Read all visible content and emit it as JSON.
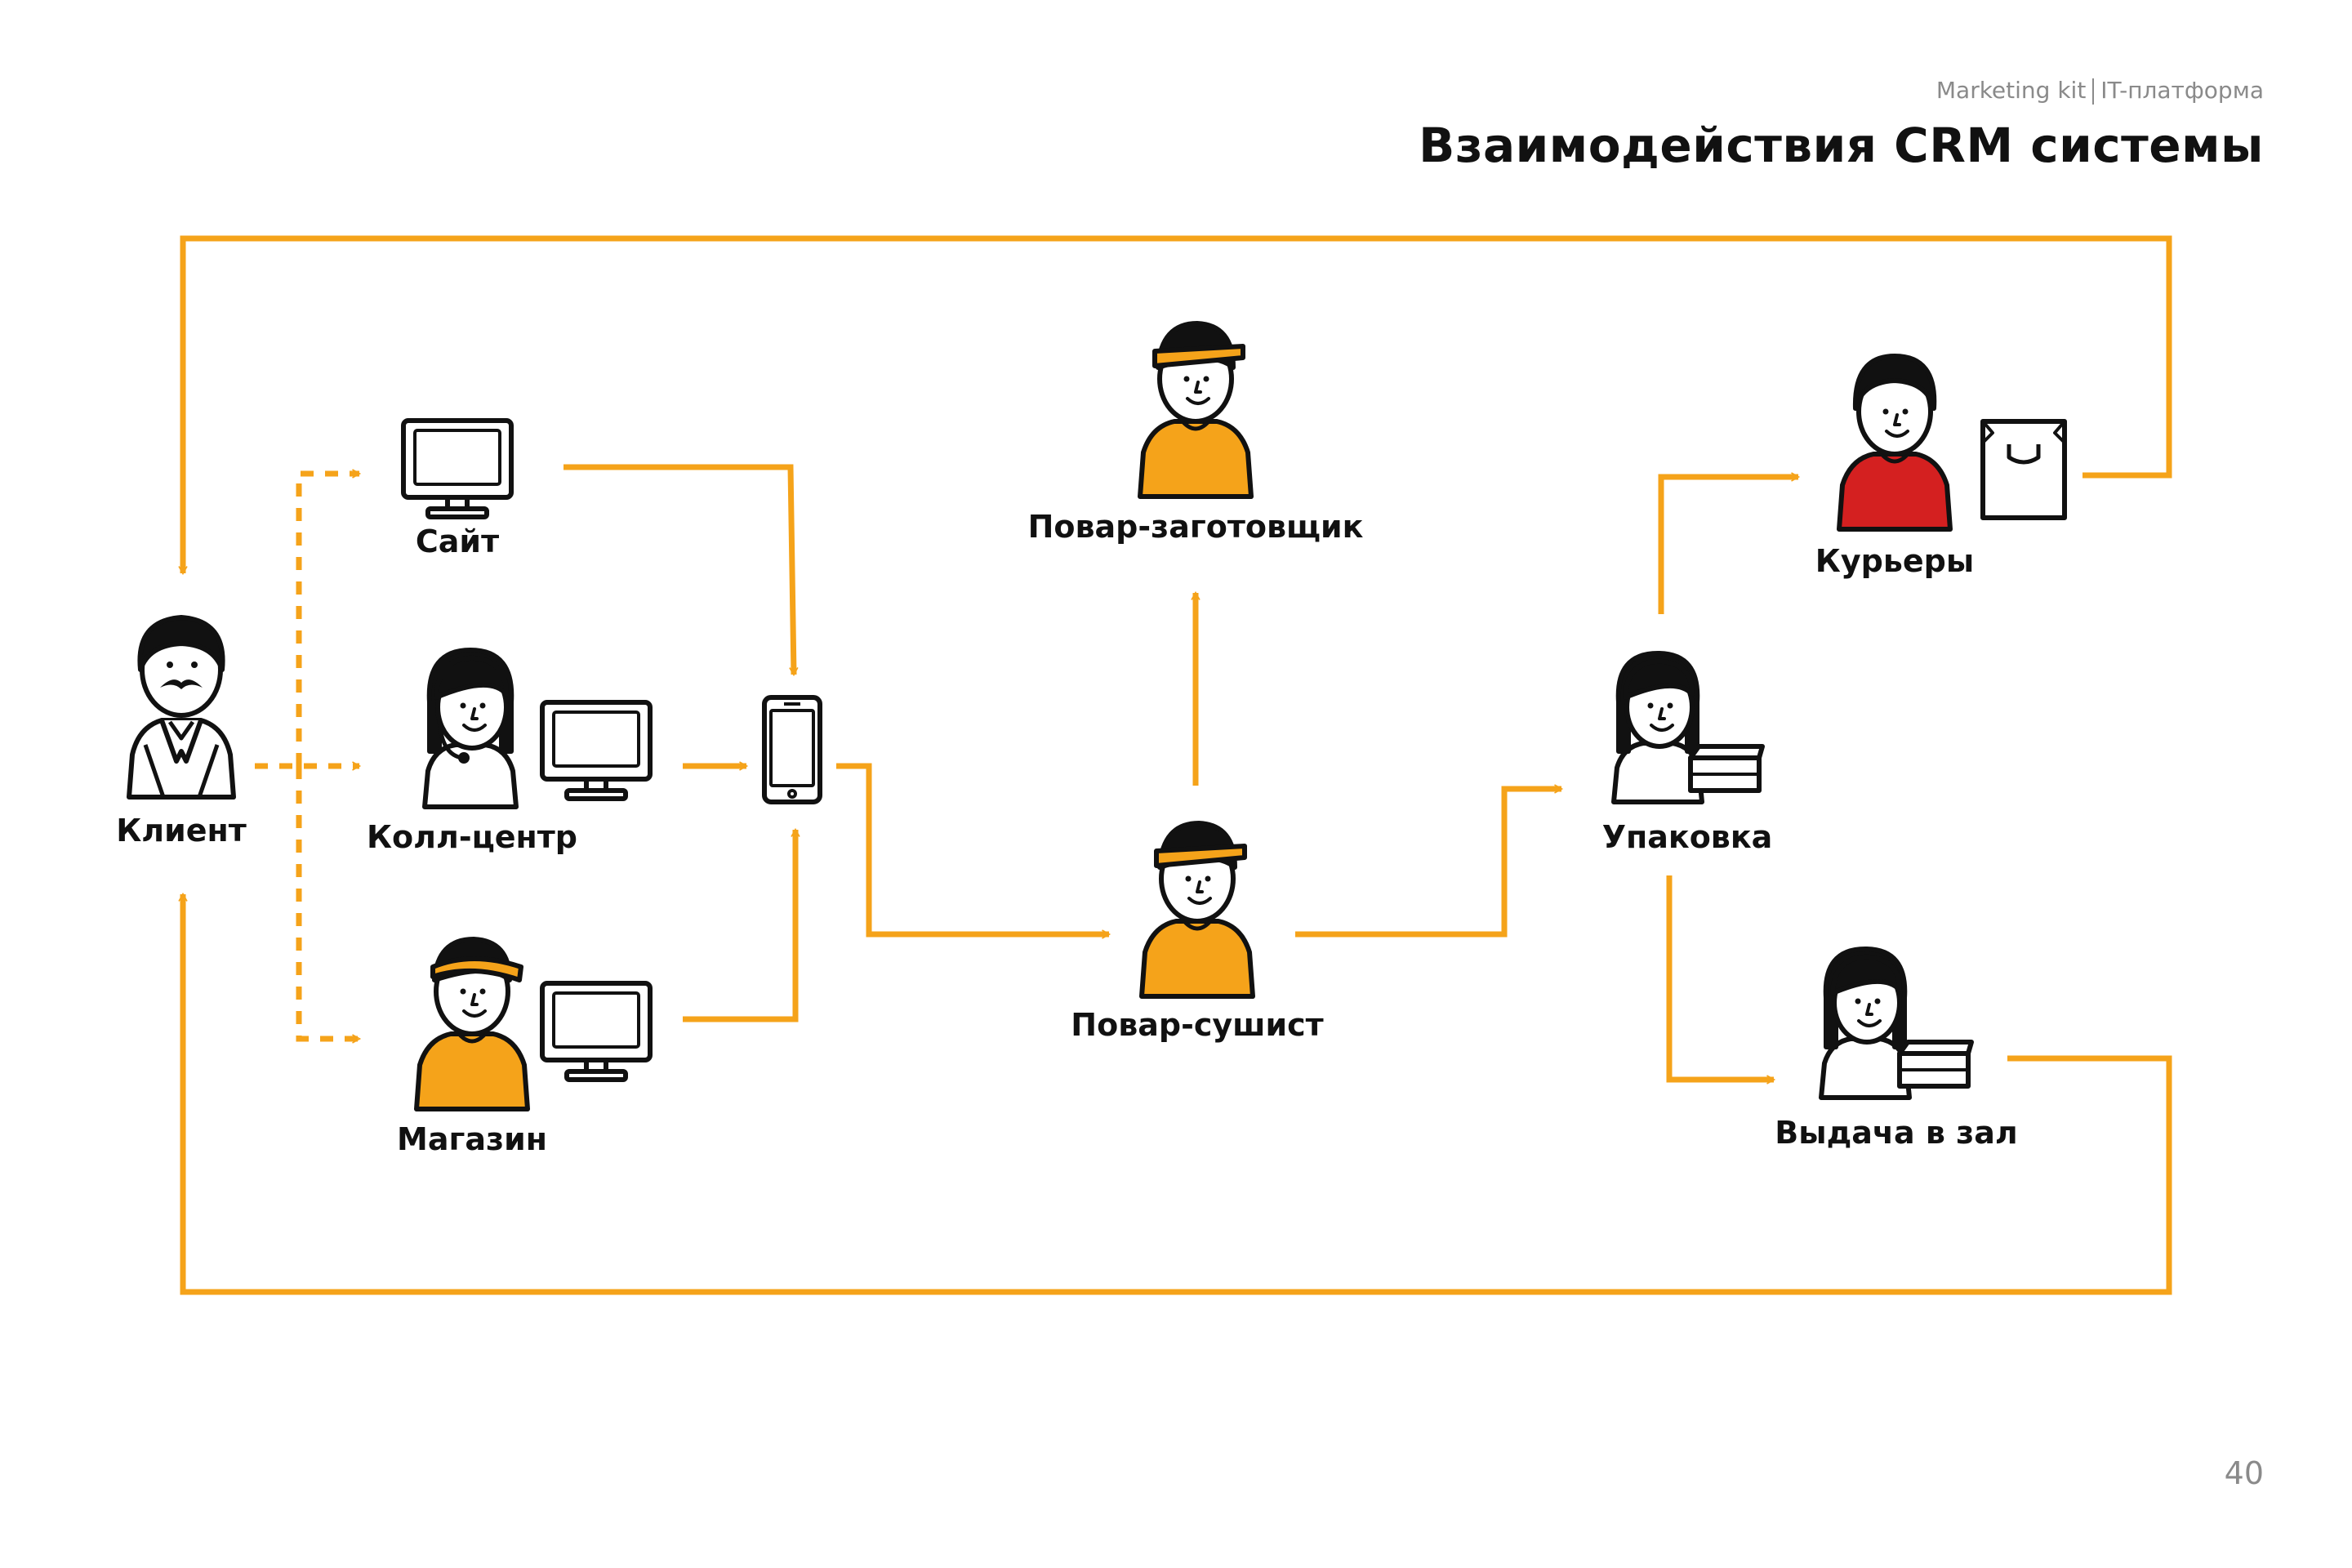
{
  "header": {
    "kicker_left": "Marketing kit",
    "kicker_right": "IT-платформа",
    "title": "Взаимодействия CRM системы"
  },
  "nodes": {
    "client": "Клиент",
    "site": "Сайт",
    "callcenter": "Колл-центр",
    "shop": "Магазин",
    "prep_cook": "Повар-заготовщик",
    "sushi_cook": "Повар-сушист",
    "packing": "Упаковка",
    "couriers": "Курьеры",
    "hall": "Выдача в зал"
  },
  "edges": [
    {
      "from": "client",
      "to": "site",
      "style": "dashed"
    },
    {
      "from": "client",
      "to": "callcenter",
      "style": "dashed"
    },
    {
      "from": "client",
      "to": "shop",
      "style": "dashed"
    },
    {
      "from": "site",
      "to": "phone",
      "style": "solid"
    },
    {
      "from": "callcenter",
      "to": "phone",
      "style": "solid"
    },
    {
      "from": "shop",
      "to": "phone",
      "style": "solid"
    },
    {
      "from": "phone",
      "to": "sushi_cook",
      "style": "solid"
    },
    {
      "from": "sushi_cook",
      "to": "prep_cook",
      "style": "solid"
    },
    {
      "from": "sushi_cook",
      "to": "packing",
      "style": "solid"
    },
    {
      "from": "packing",
      "to": "couriers",
      "style": "solid"
    },
    {
      "from": "packing",
      "to": "hall",
      "style": "solid"
    },
    {
      "from": "couriers",
      "to": "client",
      "style": "solid"
    },
    {
      "from": "hall",
      "to": "client",
      "style": "solid"
    }
  ],
  "colors": {
    "accent": "#F5A31A",
    "courier_shirt": "#D42020",
    "outline": "#111111",
    "muted_text": "#8A8A8A"
  },
  "page_number": "40"
}
